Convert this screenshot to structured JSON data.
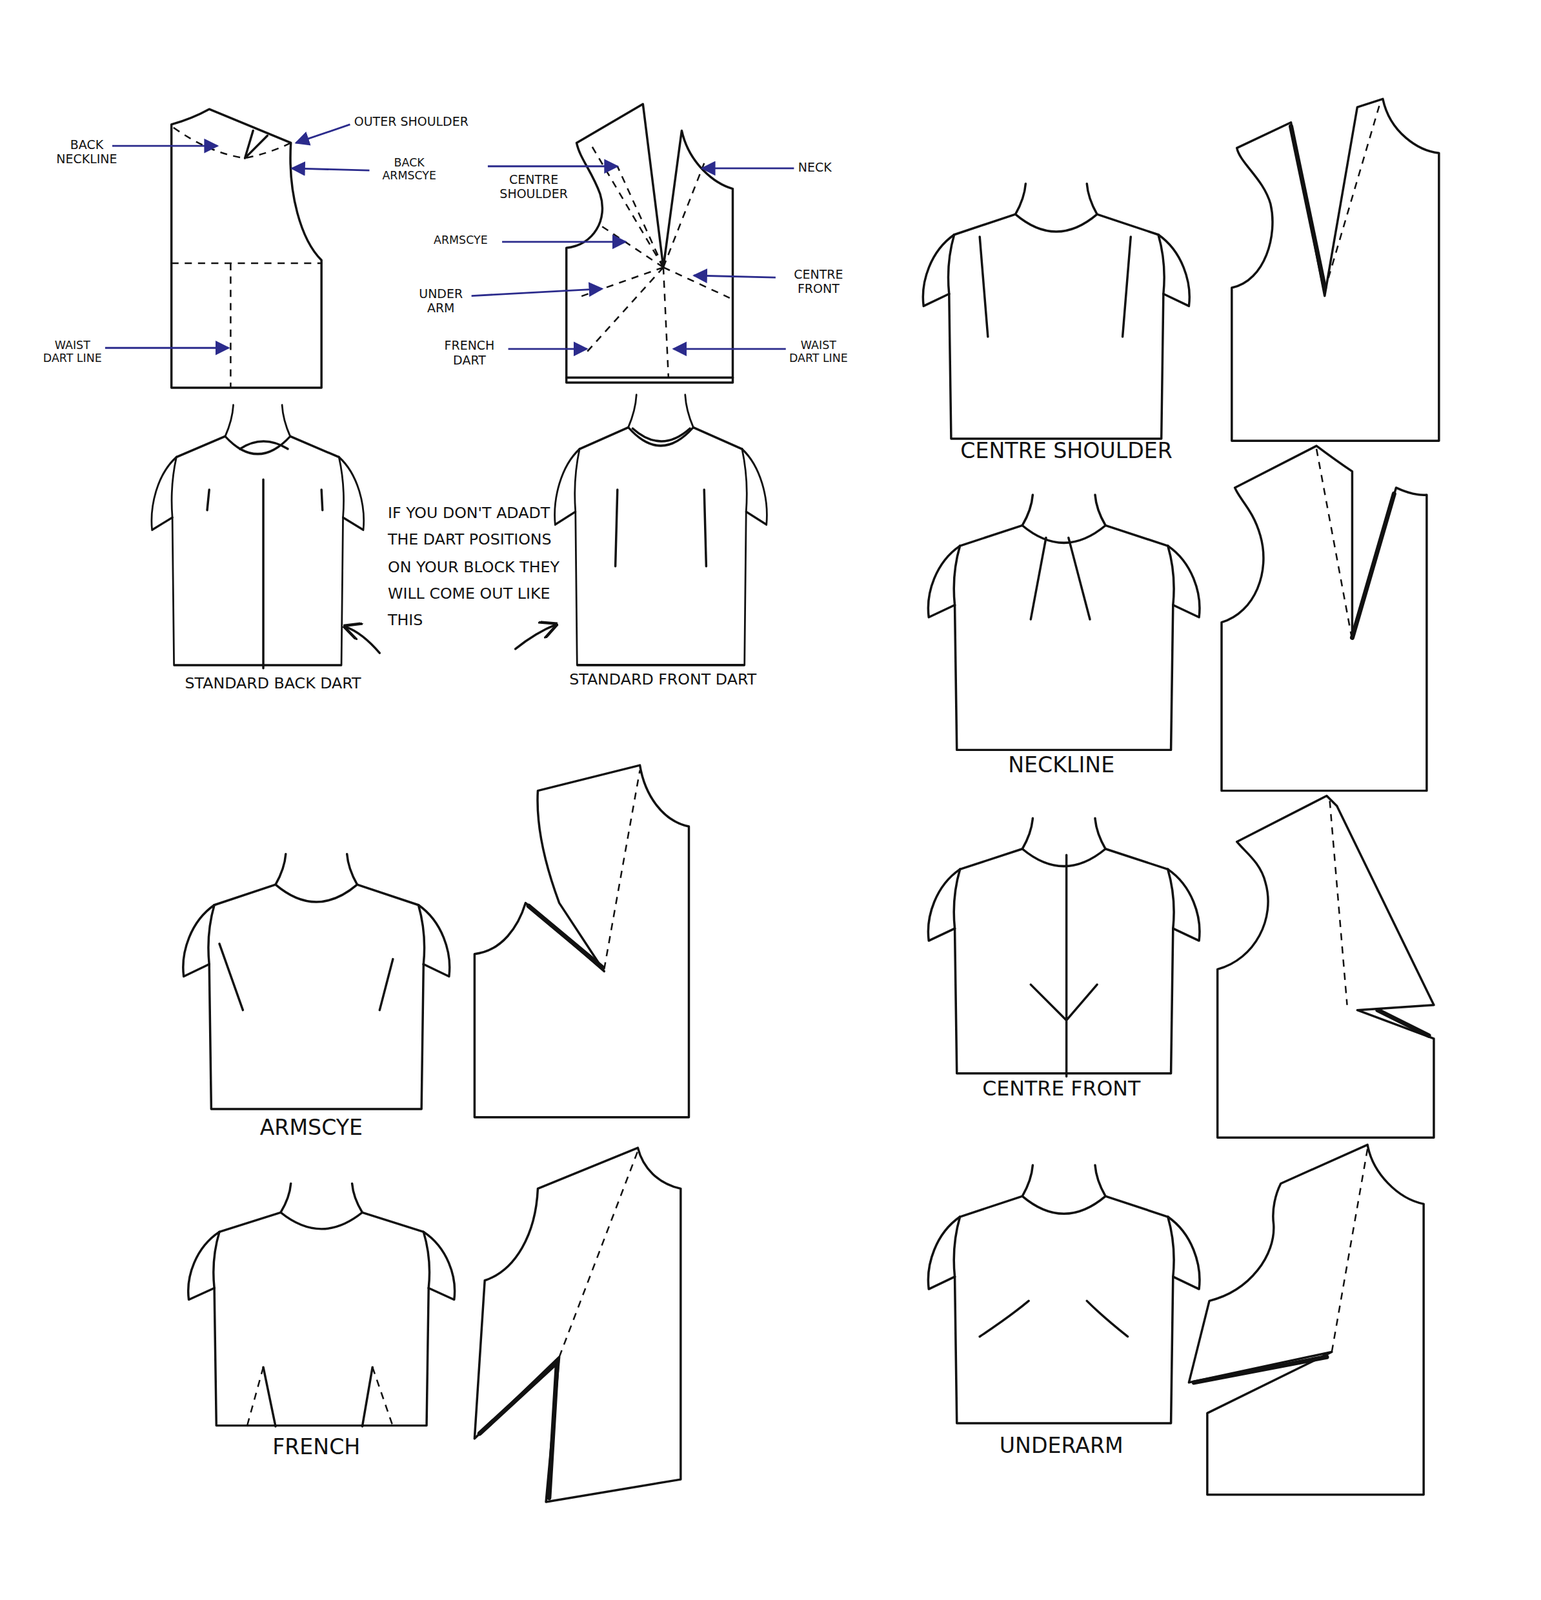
{
  "diagram": {
    "labels": [
      "BACK NECKLINE",
      "OUTER SHOULDER",
      "BACK ARMSCYE",
      "CENTRE SHOULDER",
      "NECK",
      "ARMSCYE",
      "UNDER ARM",
      "CENTRE FRONT",
      "WAIST DART LINE",
      "FRENCH DART",
      "WAIST DART LINE",
      "IF YOU DON'T ADADT THE DART POSITIONS ON YOUR BLOCK THEY WILL COME OUT LIKE THIS",
      "STANDARD BACK DART",
      "STANDARD FRONT DART",
      "CENTRE SHOULDER",
      "NECKLINE",
      "CENTRE FRONT",
      "ARMSCYE",
      "FRENCH",
      "UNDERARM"
    ]
  }
}
